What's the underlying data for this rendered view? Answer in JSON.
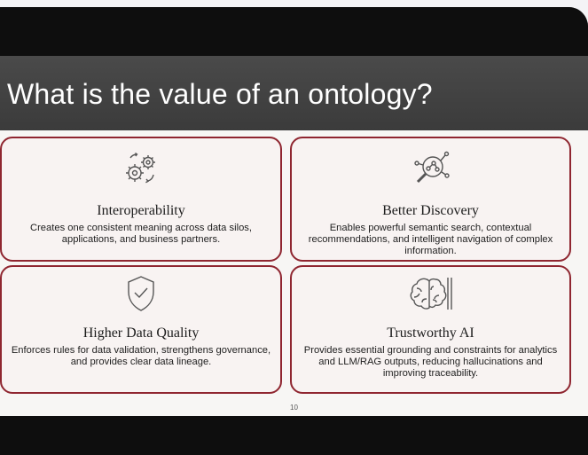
{
  "slide": {
    "title": "What is the value of an ontology?",
    "page_number": "10",
    "colors": {
      "accent": "#8f2630",
      "title_band": "#434343",
      "background": "#f7f6f4"
    },
    "cards": [
      {
        "icon": "gears-icon",
        "title": "Interoperability",
        "description": "Creates one consistent meaning across data silos, applications, and business partners."
      },
      {
        "icon": "magnifier-network-icon",
        "title": "Better Discovery",
        "description": "Enables powerful semantic search, contextual recommendations, and intelligent navigation of complex information."
      },
      {
        "icon": "shield-check-icon",
        "title": "Higher Data Quality",
        "description": "Enforces rules for data validation, strengthens governance, and provides clear data lineage."
      },
      {
        "icon": "brain-circuit-icon",
        "title": "Trustworthy AI",
        "description": "Provides essential grounding and constraints for analytics and LLM/RAG outputs, reducing hallucinations and improving traceability."
      }
    ]
  }
}
